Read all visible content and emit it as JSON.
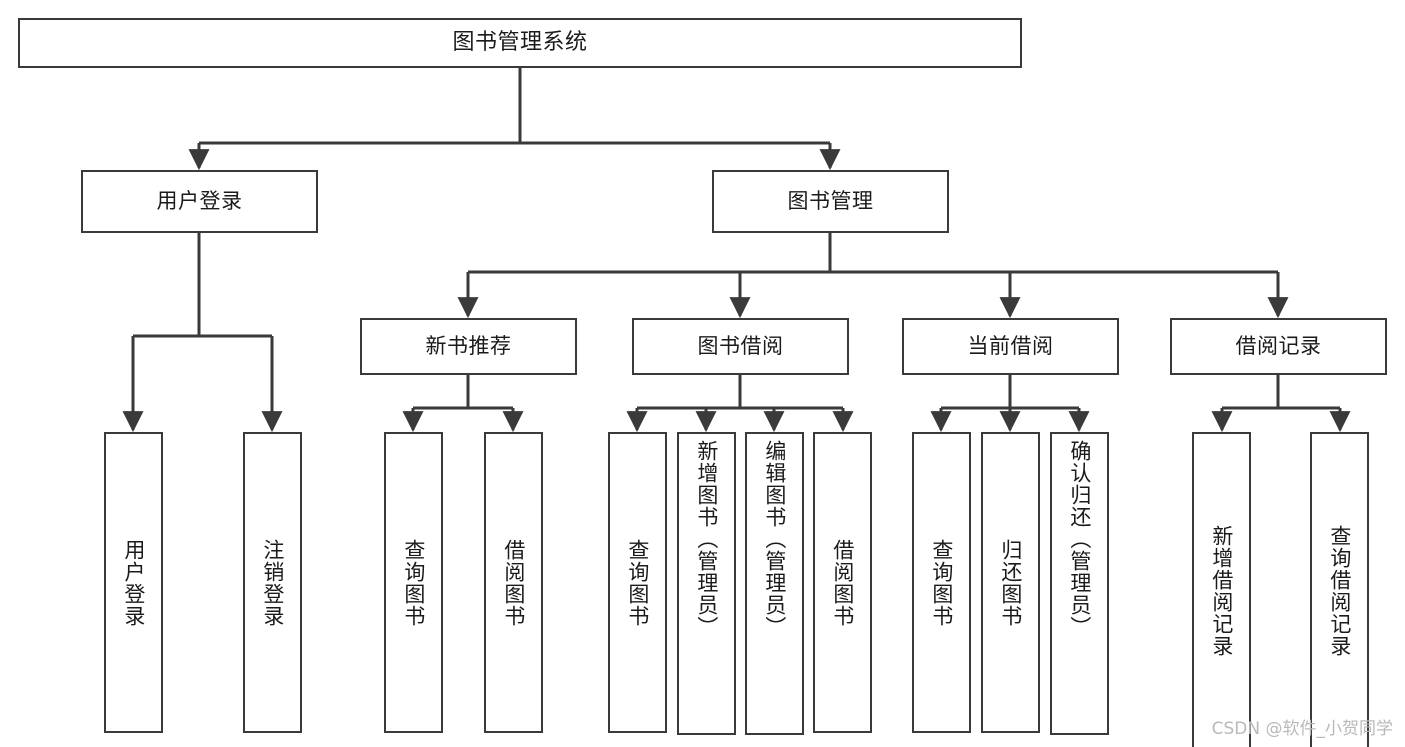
{
  "diagram": {
    "title": "图书管理系统",
    "watermark": "CSDN @软件_小贺同学",
    "stroke_color": "#3a3a3a",
    "text_color": "#1b1b1b",
    "background": "#ffffff"
  },
  "nodes": {
    "root": {
      "label": "图书管理系统"
    },
    "level1": [
      {
        "label": "用户登录"
      },
      {
        "label": "图书管理"
      }
    ],
    "level2": [
      {
        "label": "新书推荐"
      },
      {
        "label": "图书借阅"
      },
      {
        "label": "当前借阅"
      },
      {
        "label": "借阅记录"
      }
    ],
    "leaves_user_login": [
      {
        "label": "用户登录"
      },
      {
        "label": "注销登录"
      }
    ],
    "leaves_new_book": [
      {
        "label": "查询图书"
      },
      {
        "label": "借阅图书"
      }
    ],
    "leaves_borrow": [
      {
        "label": "查询图书"
      },
      {
        "label": "新增图书（管理员）"
      },
      {
        "label": "编辑图书（管理员）"
      },
      {
        "label": "借阅图书"
      }
    ],
    "leaves_current": [
      {
        "label": "查询图书"
      },
      {
        "label": "归还图书"
      },
      {
        "label": "确认归还（管理员）"
      }
    ],
    "leaves_record": [
      {
        "label": "新增借阅记录"
      },
      {
        "label": "查询借阅记录"
      }
    ]
  }
}
